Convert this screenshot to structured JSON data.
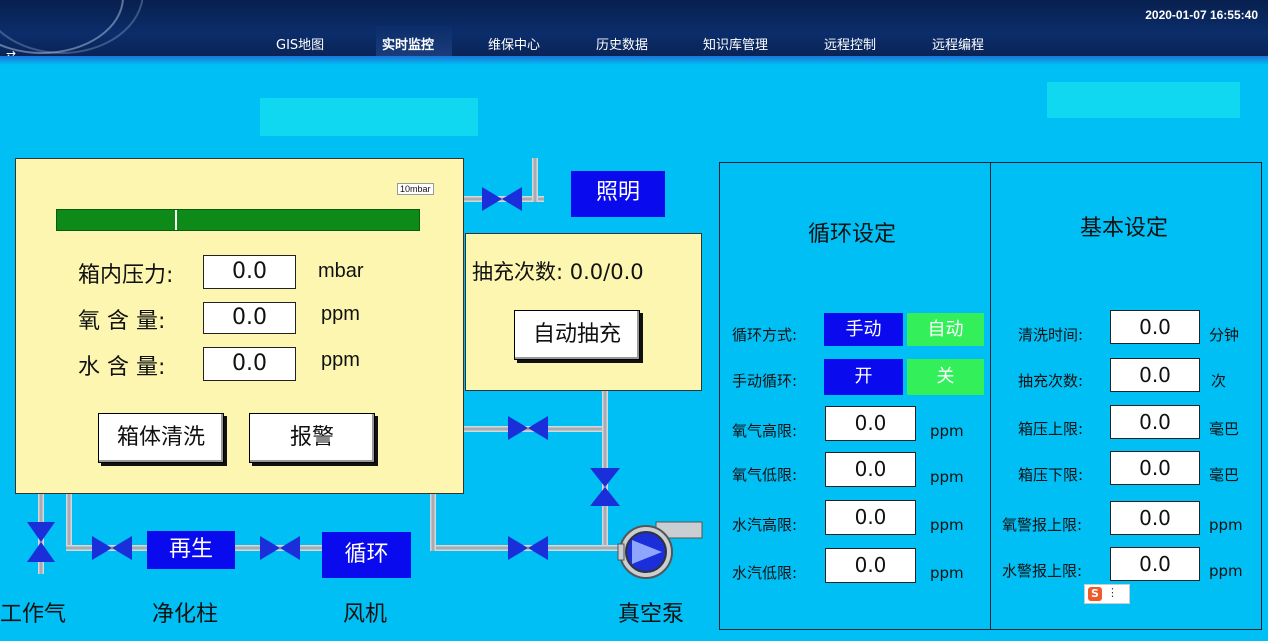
{
  "nav": {
    "items": [
      "GIS地图",
      "实时监控",
      "维保中心",
      "历史数据",
      "知识库管理",
      "远程控制",
      "远程编程"
    ],
    "active": "实时监控",
    "datetime": "2020-01-07 16:55:40"
  },
  "chamber": {
    "bar_label": "10mbar",
    "pressure": {
      "label": "箱内压力:",
      "value": "0.0",
      "unit": "mbar"
    },
    "oxygen": {
      "label": "氧 含 量:",
      "value": "0.0",
      "unit": "ppm"
    },
    "water": {
      "label": "水 含 量:",
      "value": "0.0",
      "unit": "ppm"
    },
    "clean_button": "箱体清洗",
    "alarm_button": "报警"
  },
  "pump_panel": {
    "count_text": "抽充次数: 0.0/0.0",
    "auto_button": "自动抽充"
  },
  "process": {
    "lighting": "照明",
    "regenerate": "再生",
    "circulate": "循环",
    "labels": [
      "工作气",
      "净化柱",
      "风机",
      "真空泵"
    ]
  },
  "cycle_settings": {
    "title": "循环设定",
    "mode_label": "循环方式:",
    "mode_manual": "手动",
    "mode_auto": "自动",
    "manual_label": "手动循环:",
    "manual_on": "开",
    "manual_off": "关",
    "rows": [
      {
        "label": "氧气高限:",
        "value": "0.0",
        "unit": "ppm"
      },
      {
        "label": "氧气低限:",
        "value": "0.0",
        "unit": "ppm"
      },
      {
        "label": "水汽高限:",
        "value": "0.0",
        "unit": "ppm"
      },
      {
        "label": "水汽低限:",
        "value": "0.0",
        "unit": "ppm"
      }
    ]
  },
  "basic_settings": {
    "title": "基本设定",
    "rows": [
      {
        "label": "清洗时间:",
        "value": "0.0",
        "unit": "分钟"
      },
      {
        "label": "抽充次数:",
        "value": "0.0",
        "unit": "次"
      },
      {
        "label": "箱压上限:",
        "value": "0.0",
        "unit": "毫巴"
      },
      {
        "label": "箱压下限:",
        "value": "0.0",
        "unit": "毫巴"
      },
      {
        "label": "氧警报上限:",
        "value": "0.0",
        "unit": "ppm"
      },
      {
        "label": "水警报上限:",
        "value": "0.0",
        "unit": "ppm"
      }
    ]
  },
  "colors": {
    "background": "#00bff5",
    "panel": "#fdf6b0",
    "blue_button": "#0a0aee",
    "green_button": "#33f05a",
    "nav": "#0b2d6a"
  }
}
